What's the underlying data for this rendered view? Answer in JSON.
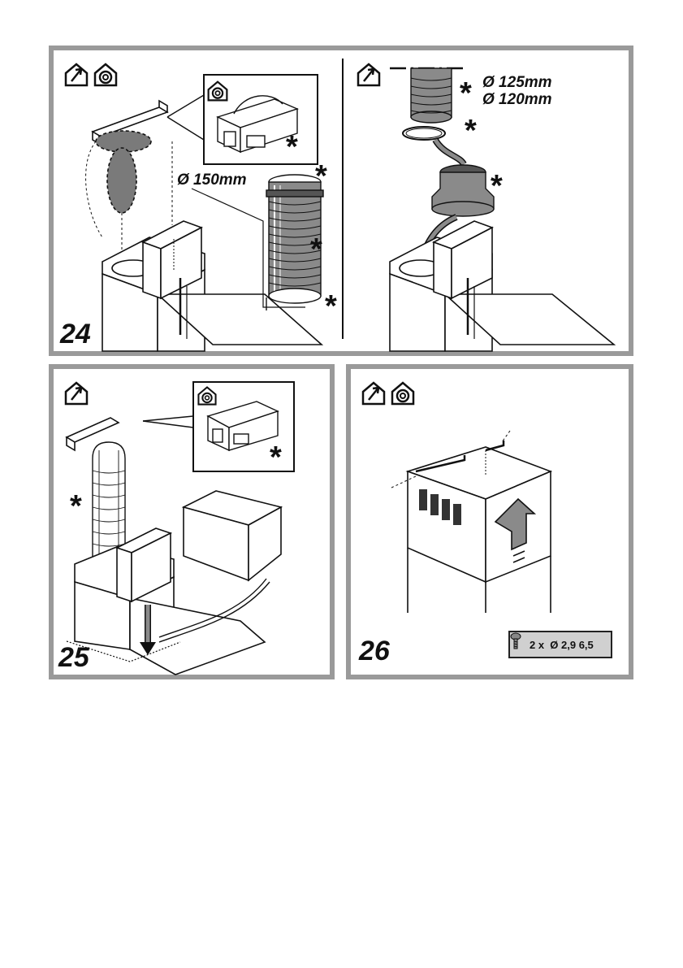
{
  "panels": {
    "p24": {
      "number": "24",
      "diameter_large": "Ø 150mm",
      "diameter_small": "Ø 125mm",
      "diameter_small_alt": "Ø 120mm",
      "asterisk": "*",
      "icons": [
        "ducted-exhaust-icon",
        "recirculation-icon"
      ]
    },
    "p25": {
      "number": "25",
      "asterisk": "*",
      "icons": [
        "ducted-exhaust-icon"
      ]
    },
    "p26": {
      "number": "26",
      "screw_spec": "2 x  Ø 2,9 6,5",
      "icons": [
        "ducted-exhaust-icon",
        "recirculation-icon"
      ]
    }
  }
}
